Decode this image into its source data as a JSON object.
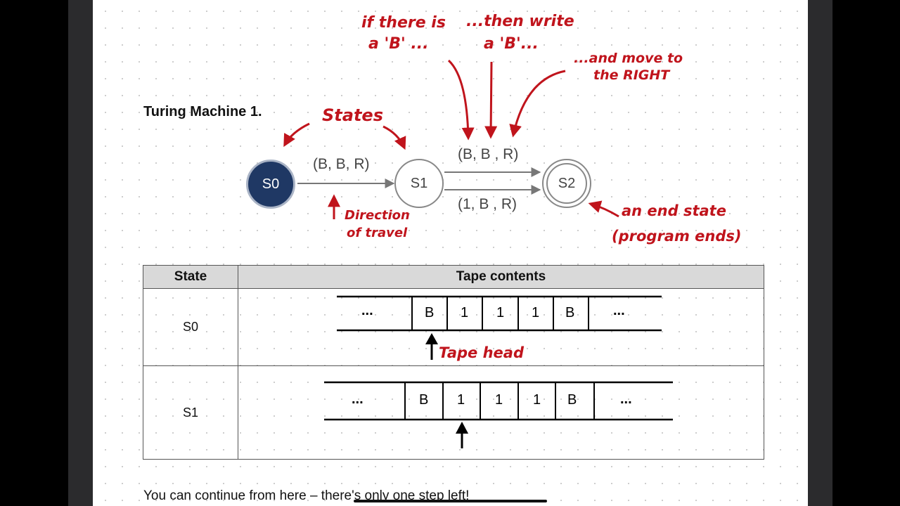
{
  "title": "Turing Machine 1.",
  "states": [
    "S0",
    "S1",
    "S2"
  ],
  "transitions": {
    "s0_s1": "(B, B, R)",
    "s1_s2_top": "(B, B , R)",
    "s1_s2_bottom": "(1, B , R)"
  },
  "annotations": {
    "states": "States",
    "if_there_is_1": "if there is",
    "if_there_is_2": "a 'B' ...",
    "then_write_1": "...then write",
    "then_write_2": "a 'B'...",
    "move_right_1": "...and move to",
    "move_right_2": "the RIGHT",
    "direction_1": "Direction",
    "direction_2": "of travel",
    "end_state_1": "an end state",
    "end_state_2": "(program ends)",
    "tape_head": "Tape head"
  },
  "table": {
    "headers": [
      "State",
      "Tape contents"
    ],
    "rows": [
      {
        "state": "S0",
        "cells": [
          "B",
          "1",
          "1",
          "1",
          "B"
        ],
        "head_index": 0
      },
      {
        "state": "S1",
        "cells": [
          "B",
          "1",
          "1",
          "1",
          "B"
        ],
        "head_index": 1
      }
    ],
    "ellipsis": "..."
  },
  "footer": "You can continue from here – there's only one step left!",
  "colors": {
    "ink": "#c0141c",
    "start_state": "#1f3864"
  }
}
